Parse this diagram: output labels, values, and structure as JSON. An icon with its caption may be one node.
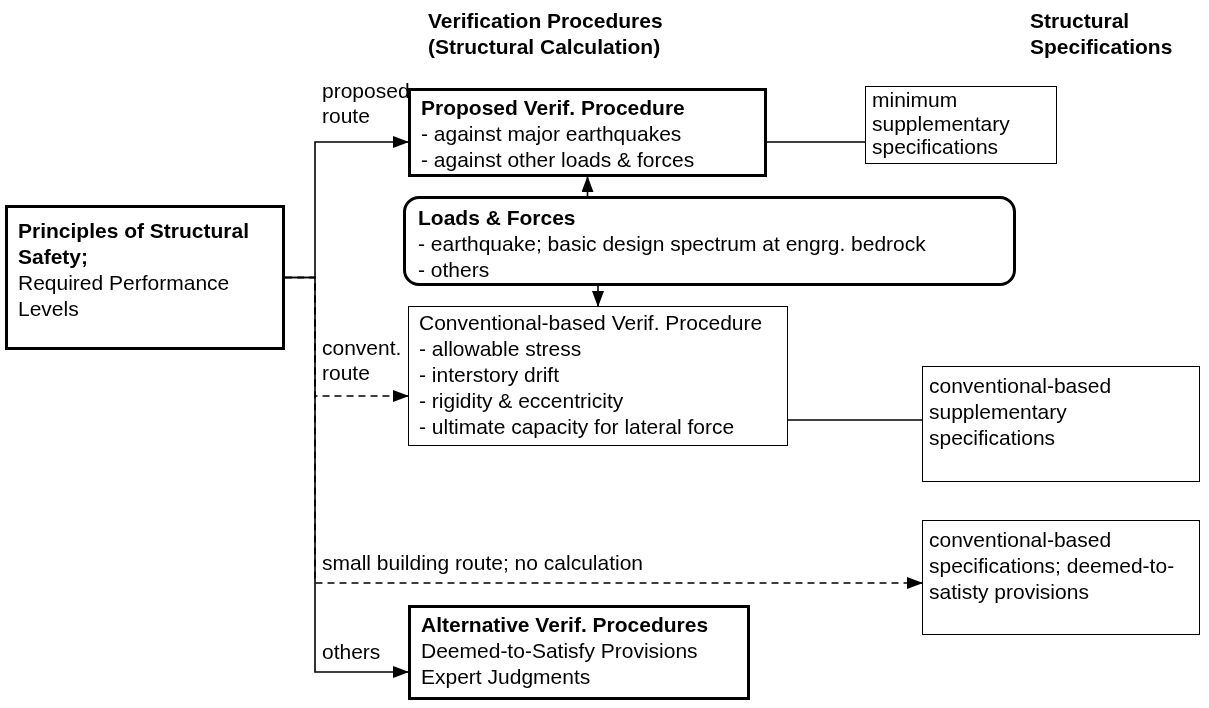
{
  "diagram": {
    "nodes": [
      {
        "text": [
          "Principles of Structural Safety;",
          "Required Performance Levels"
        ]
      },
      {
        "text": [
          "Proposed Verif. Procedure",
          "- against major earthquakes",
          "- against other loads & forces"
        ]
      },
      {
        "text": [
          "minimum supplementary specifications"
        ]
      },
      {
        "text": [
          "Loads & Forces",
          "- earthquake; basic design spectrum at engrg. bedrock",
          "- others"
        ]
      },
      {
        "text": [
          "Conventional-based Verif. Procedure",
          "- allowable stress",
          "- interstory drift",
          "- rigidity & eccentricity",
          "- ultimate capacity for lateral force"
        ]
      },
      {
        "text": [
          "conventional-based supplementary specifications"
        ]
      },
      {
        "text": [
          "conventional-based specifications; deemed-to-satisty provisions"
        ]
      },
      {
        "text": [
          "Alternative Verif. Procedures",
          "Deemed-to-Satisfy Provisions",
          "Expert Judgments"
        ]
      }
    ],
    "edges": [
      {
        "from": 0,
        "to": 1,
        "arrow": "to",
        "label": "proposed route"
      },
      {
        "from": 0,
        "to": 4,
        "arrow": "to",
        "label": "convent. route",
        "style": "dashed"
      },
      {
        "from": 0,
        "to": 6,
        "arrow": "to",
        "label": "small building route; no calculation",
        "style": "dashed"
      },
      {
        "from": 0,
        "to": 7,
        "arrow": "to",
        "label": "others"
      },
      {
        "from": 1,
        "to": 2,
        "arrow": "none"
      },
      {
        "from": 3,
        "to": 1,
        "arrow": "to"
      },
      {
        "from": 3,
        "to": 4,
        "arrow": "to"
      },
      {
        "from": 4,
        "to": 5,
        "arrow": "none"
      }
    ],
    "labels": [
      "Verification Procedures (Structural Calculation)",
      "Structural Specifications"
    ]
  }
}
